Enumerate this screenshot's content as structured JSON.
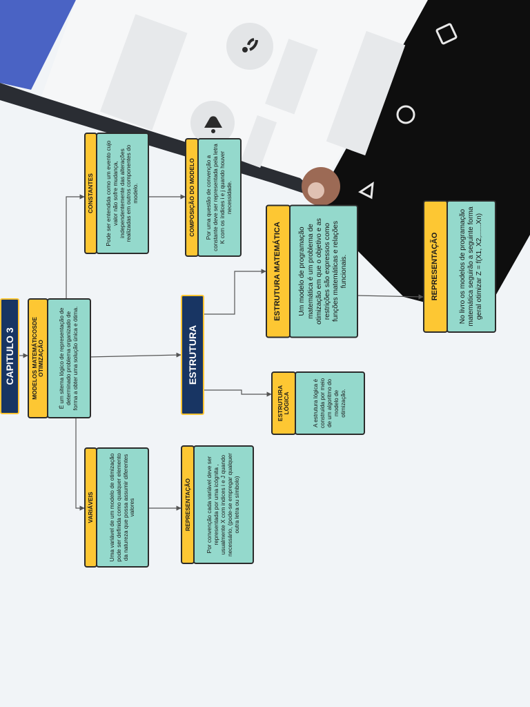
{
  "colors": {
    "header_yellow": "#fdc733",
    "body_teal": "#94d9cc",
    "title_navy": "#183563",
    "connector": "#555555",
    "page_background": "#f1f4f7"
  },
  "background": {
    "description_icons": [
      "wifi-icon",
      "bell-icon",
      "square-nav-icon",
      "circle-nav-icon",
      "triangle-nav-icon",
      "avatar"
    ]
  },
  "chapter": {
    "title": "CAPITULO 3"
  },
  "estrutura": {
    "title": "ESTRUTURA"
  },
  "models": {
    "title": "MODELOS MATEMÁTICOSDE OTIMIZAÇÃO",
    "text": "É um sitema lógico de representação de determinado problema organizado de forma a obter uma solução única e ótima."
  },
  "constantes": {
    "title": "CONSTANTES",
    "text": "Pode ser entendida como um evento cujo valor não sofre mudança, independentemente das alterações realizadas em outros componentes do modelo."
  },
  "composicao": {
    "title": "COMPOSIÇÃO DO MODELO",
    "text": "Por uma questão de convenção a constante deve ser representada pela letra K com os índices i e j quando houver necessidade."
  },
  "variaveis": {
    "title": "VARIÁVEIS",
    "text": "Uma variável de um modelo de otimização pode ser definida como qualquer elemento da natureza que possa assumir diferentes valores"
  },
  "representacao_var": {
    "title": "REPRESENTAÇÃO",
    "text": "Por convenção cada variável deve ser representada por uma icógnita , usualmente X com indices i e J quando necessário, (pode-se empregar qualquer outra letra ou símbolo)"
  },
  "estrutura_logica": {
    "title": "ESTRUTURA LÓGICA",
    "text": "A estrutura lógica é construída por meio de um algoritmo do modelo de otimização."
  },
  "estrutura_matematica": {
    "title": "ESTRUTURA MATEMÁTICA",
    "text": "Um modelo de programação matemática é um problema de otimização em que o objetivo e as restrições são expressos como funções matemáticas e relações funcionais."
  },
  "representacao_geral": {
    "title": "REPRESENTAÇÃO",
    "text": "No livro os modelos de programação matemática seguirão a seguinte forma geral otimizar Z = f(X1, X2,......Xn)"
  }
}
